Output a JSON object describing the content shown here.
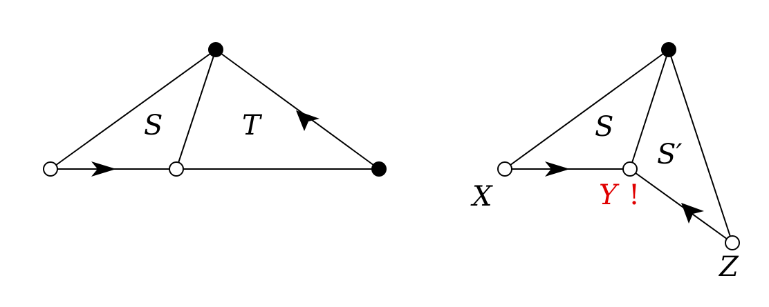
{
  "colors": {
    "stroke": "#000000",
    "open_node_fill": "#ffffff",
    "filled_node": "#000000",
    "highlight": "#e00000"
  },
  "left_figure": {
    "face_labels": {
      "s": "S",
      "t": "T"
    }
  },
  "right_figure": {
    "face_labels": {
      "s": "S",
      "s_prime": "S′"
    },
    "vertex_labels": {
      "x": "X",
      "y": "Y",
      "z": "Z"
    },
    "alert_mark": "!"
  }
}
